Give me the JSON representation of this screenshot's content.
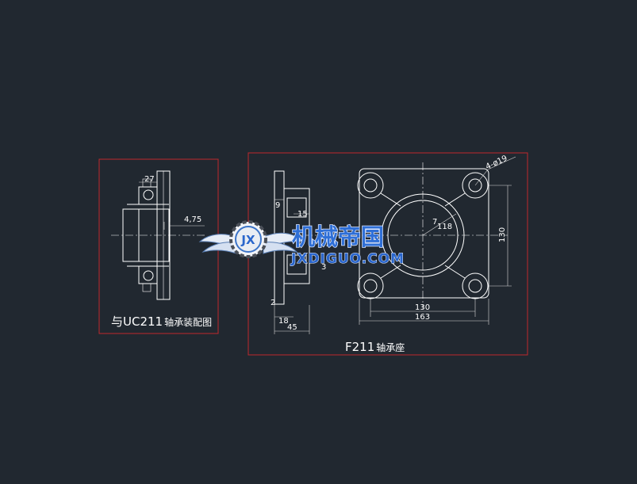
{
  "left_drawing": {
    "title_main": "与UC211",
    "title_suffix": "轴承装配图",
    "dims": {
      "top": "27",
      "clearance": "4,75"
    }
  },
  "right_drawing": {
    "title_main": "F211",
    "title_suffix": "轴承座",
    "side_dims": [
      "9",
      "15",
      "2",
      "3",
      "18",
      "45"
    ],
    "front_dims": {
      "holes": "4-ø19",
      "angle": "7",
      "bore": "118",
      "height": "130",
      "inner_width": "130",
      "outer_width": "163"
    }
  },
  "watermark": {
    "cn": "机械帝国",
    "en": "JXDIGUO.COM",
    "badge": "JX"
  },
  "colors": {
    "background": "#212830",
    "frame": "#c0272d",
    "lines": "#ffffff",
    "logo_blue": "#2f6fd6"
  }
}
